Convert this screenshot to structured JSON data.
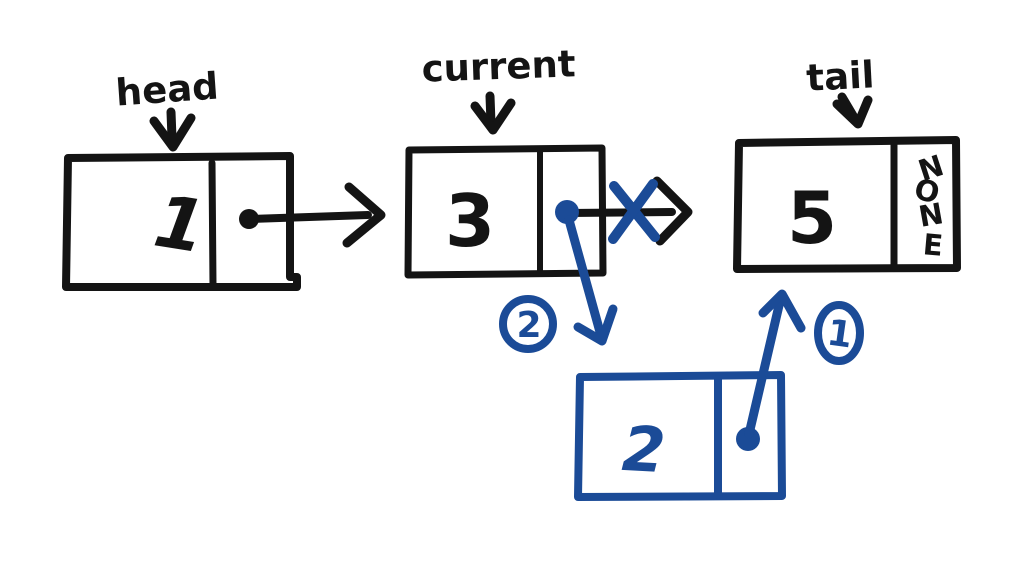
{
  "colors": {
    "ink": "#141414",
    "accent": "#1b4b97",
    "background": "#ffffff"
  },
  "pointer_labels": {
    "head": "head",
    "current": "current",
    "tail": "tail"
  },
  "nodes": [
    {
      "id": "node-1",
      "value": "1"
    },
    {
      "id": "node-3",
      "value": "3"
    },
    {
      "id": "node-5",
      "value": "5",
      "next": "NONE",
      "next_letters": [
        "N",
        "O",
        "N",
        "E"
      ]
    },
    {
      "id": "node-2",
      "value": "2"
    }
  ],
  "step_badges": {
    "step1": "1",
    "step2": "2"
  }
}
